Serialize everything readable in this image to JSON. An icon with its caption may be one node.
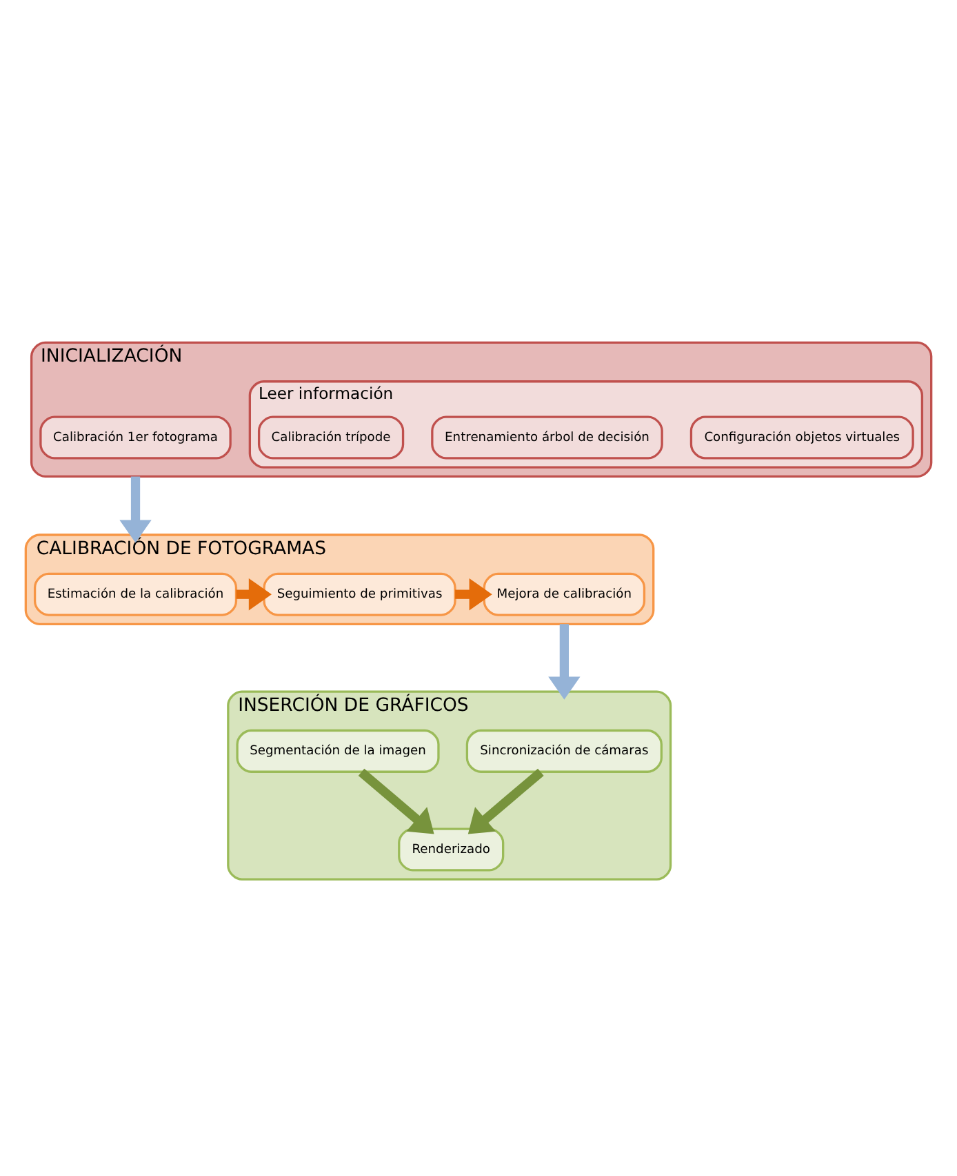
{
  "diagram": {
    "nodes": [
      {
        "text": [
          "INICIALIZACIÓN"
        ]
      },
      {
        "text": [
          "Leer información"
        ],
        "in": 0
      },
      {
        "text": [
          "Calibración trípode"
        ],
        "in": 1
      },
      {
        "text": [
          "Entrenamiento árbol de decisión"
        ],
        "in": 1
      },
      {
        "text": [
          "Configuración objetos virtuales"
        ],
        "in": 1
      },
      {
        "text": [
          "Calibración 1er fotograma"
        ],
        "in": 0
      },
      {
        "text": [
          "CALIBRACIÓN DE FOTOGRAMAS"
        ]
      },
      {
        "text": [
          "Estimación de la calibración"
        ],
        "in": 6
      },
      {
        "text": [
          "Seguimiento de primitivas"
        ],
        "in": 6
      },
      {
        "text": [
          "Mejora de calibración"
        ],
        "in": 6
      },
      {
        "text": [
          "INSERCIÓN DE GRÁFICOS"
        ]
      },
      {
        "text": [
          "Sincronización de cámaras"
        ],
        "in": 10
      },
      {
        "text": [
          "Segmentación de la imagen"
        ],
        "in": 10
      },
      {
        "text": [
          "Renderizado"
        ],
        "in": 10
      }
    ],
    "edges": [
      {
        "from": 0,
        "to": 6,
        "arrow": "to",
        "color": "#95b3d7"
      },
      {
        "from": 7,
        "to": 8,
        "arrow": "to",
        "color": "#e46c0a"
      },
      {
        "from": 8,
        "to": 9,
        "arrow": "to",
        "color": "#e46c0a"
      },
      {
        "from": 6,
        "to": 10,
        "arrow": "to",
        "color": "#95b3d7"
      },
      {
        "from": 11,
        "to": 13,
        "arrow": "to",
        "color": "#77933c"
      },
      {
        "from": 12,
        "to": 13,
        "arrow": "to",
        "color": "#77933c"
      }
    ]
  }
}
